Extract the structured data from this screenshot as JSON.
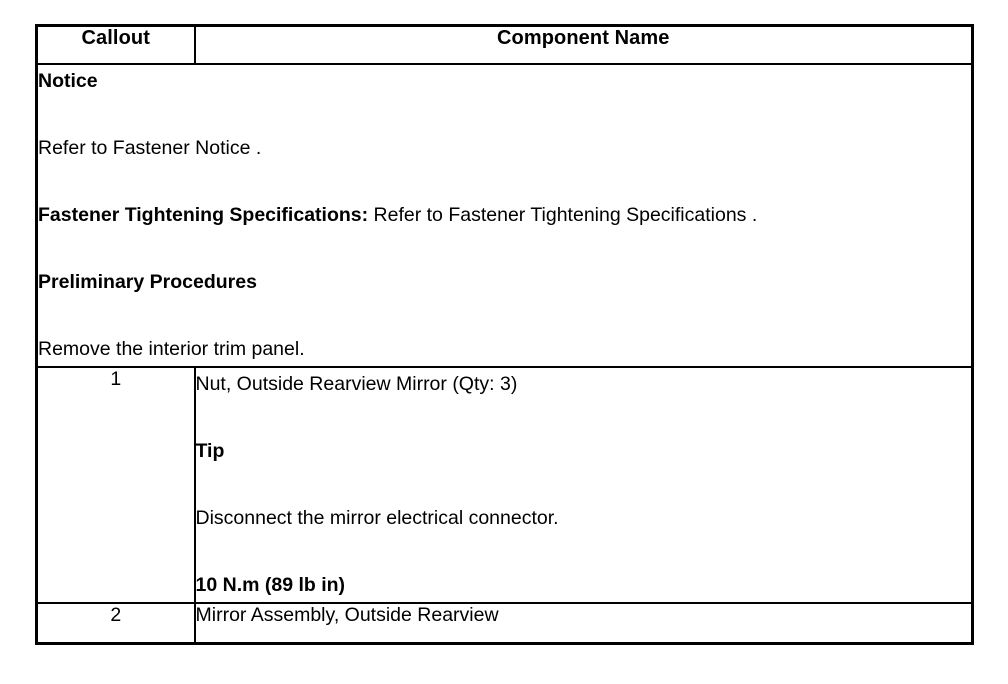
{
  "document": {
    "type": "service-procedure-callout-table",
    "background_color": "#ffffff",
    "text_color": "#000000",
    "border_color": "#000000"
  },
  "table": {
    "columns": [
      {
        "key": "callout",
        "header": "Callout"
      },
      {
        "key": "component_name",
        "header": "Component Name"
      }
    ],
    "notice_row": {
      "paragraphs": [
        {
          "bold_lead": "Notice",
          "text": ""
        },
        {
          "bold_lead": "",
          "text": "Refer to Fastener Notice ."
        },
        {
          "bold_lead": "Fastener Tightening Specifications:",
          "text": " Refer to Fastener Tightening Specifications ."
        },
        {
          "bold_lead": "Preliminary Procedures",
          "text": ""
        },
        {
          "bold_lead": "",
          "text": "Remove the interior trim panel."
        }
      ]
    },
    "rows": [
      {
        "callout": "1",
        "paragraphs": [
          {
            "bold_lead": "",
            "text": "Nut, Outside Rearview Mirror (Qty: 3)"
          },
          {
            "bold_lead": "Tip",
            "text": ""
          },
          {
            "bold_lead": "",
            "text": "Disconnect the mirror electrical connector."
          },
          {
            "bold_lead": "10 N.m (89 lb in)",
            "text": ""
          }
        ]
      },
      {
        "callout": "2",
        "component_name": "Mirror Assembly, Outside Rearview"
      }
    ]
  }
}
